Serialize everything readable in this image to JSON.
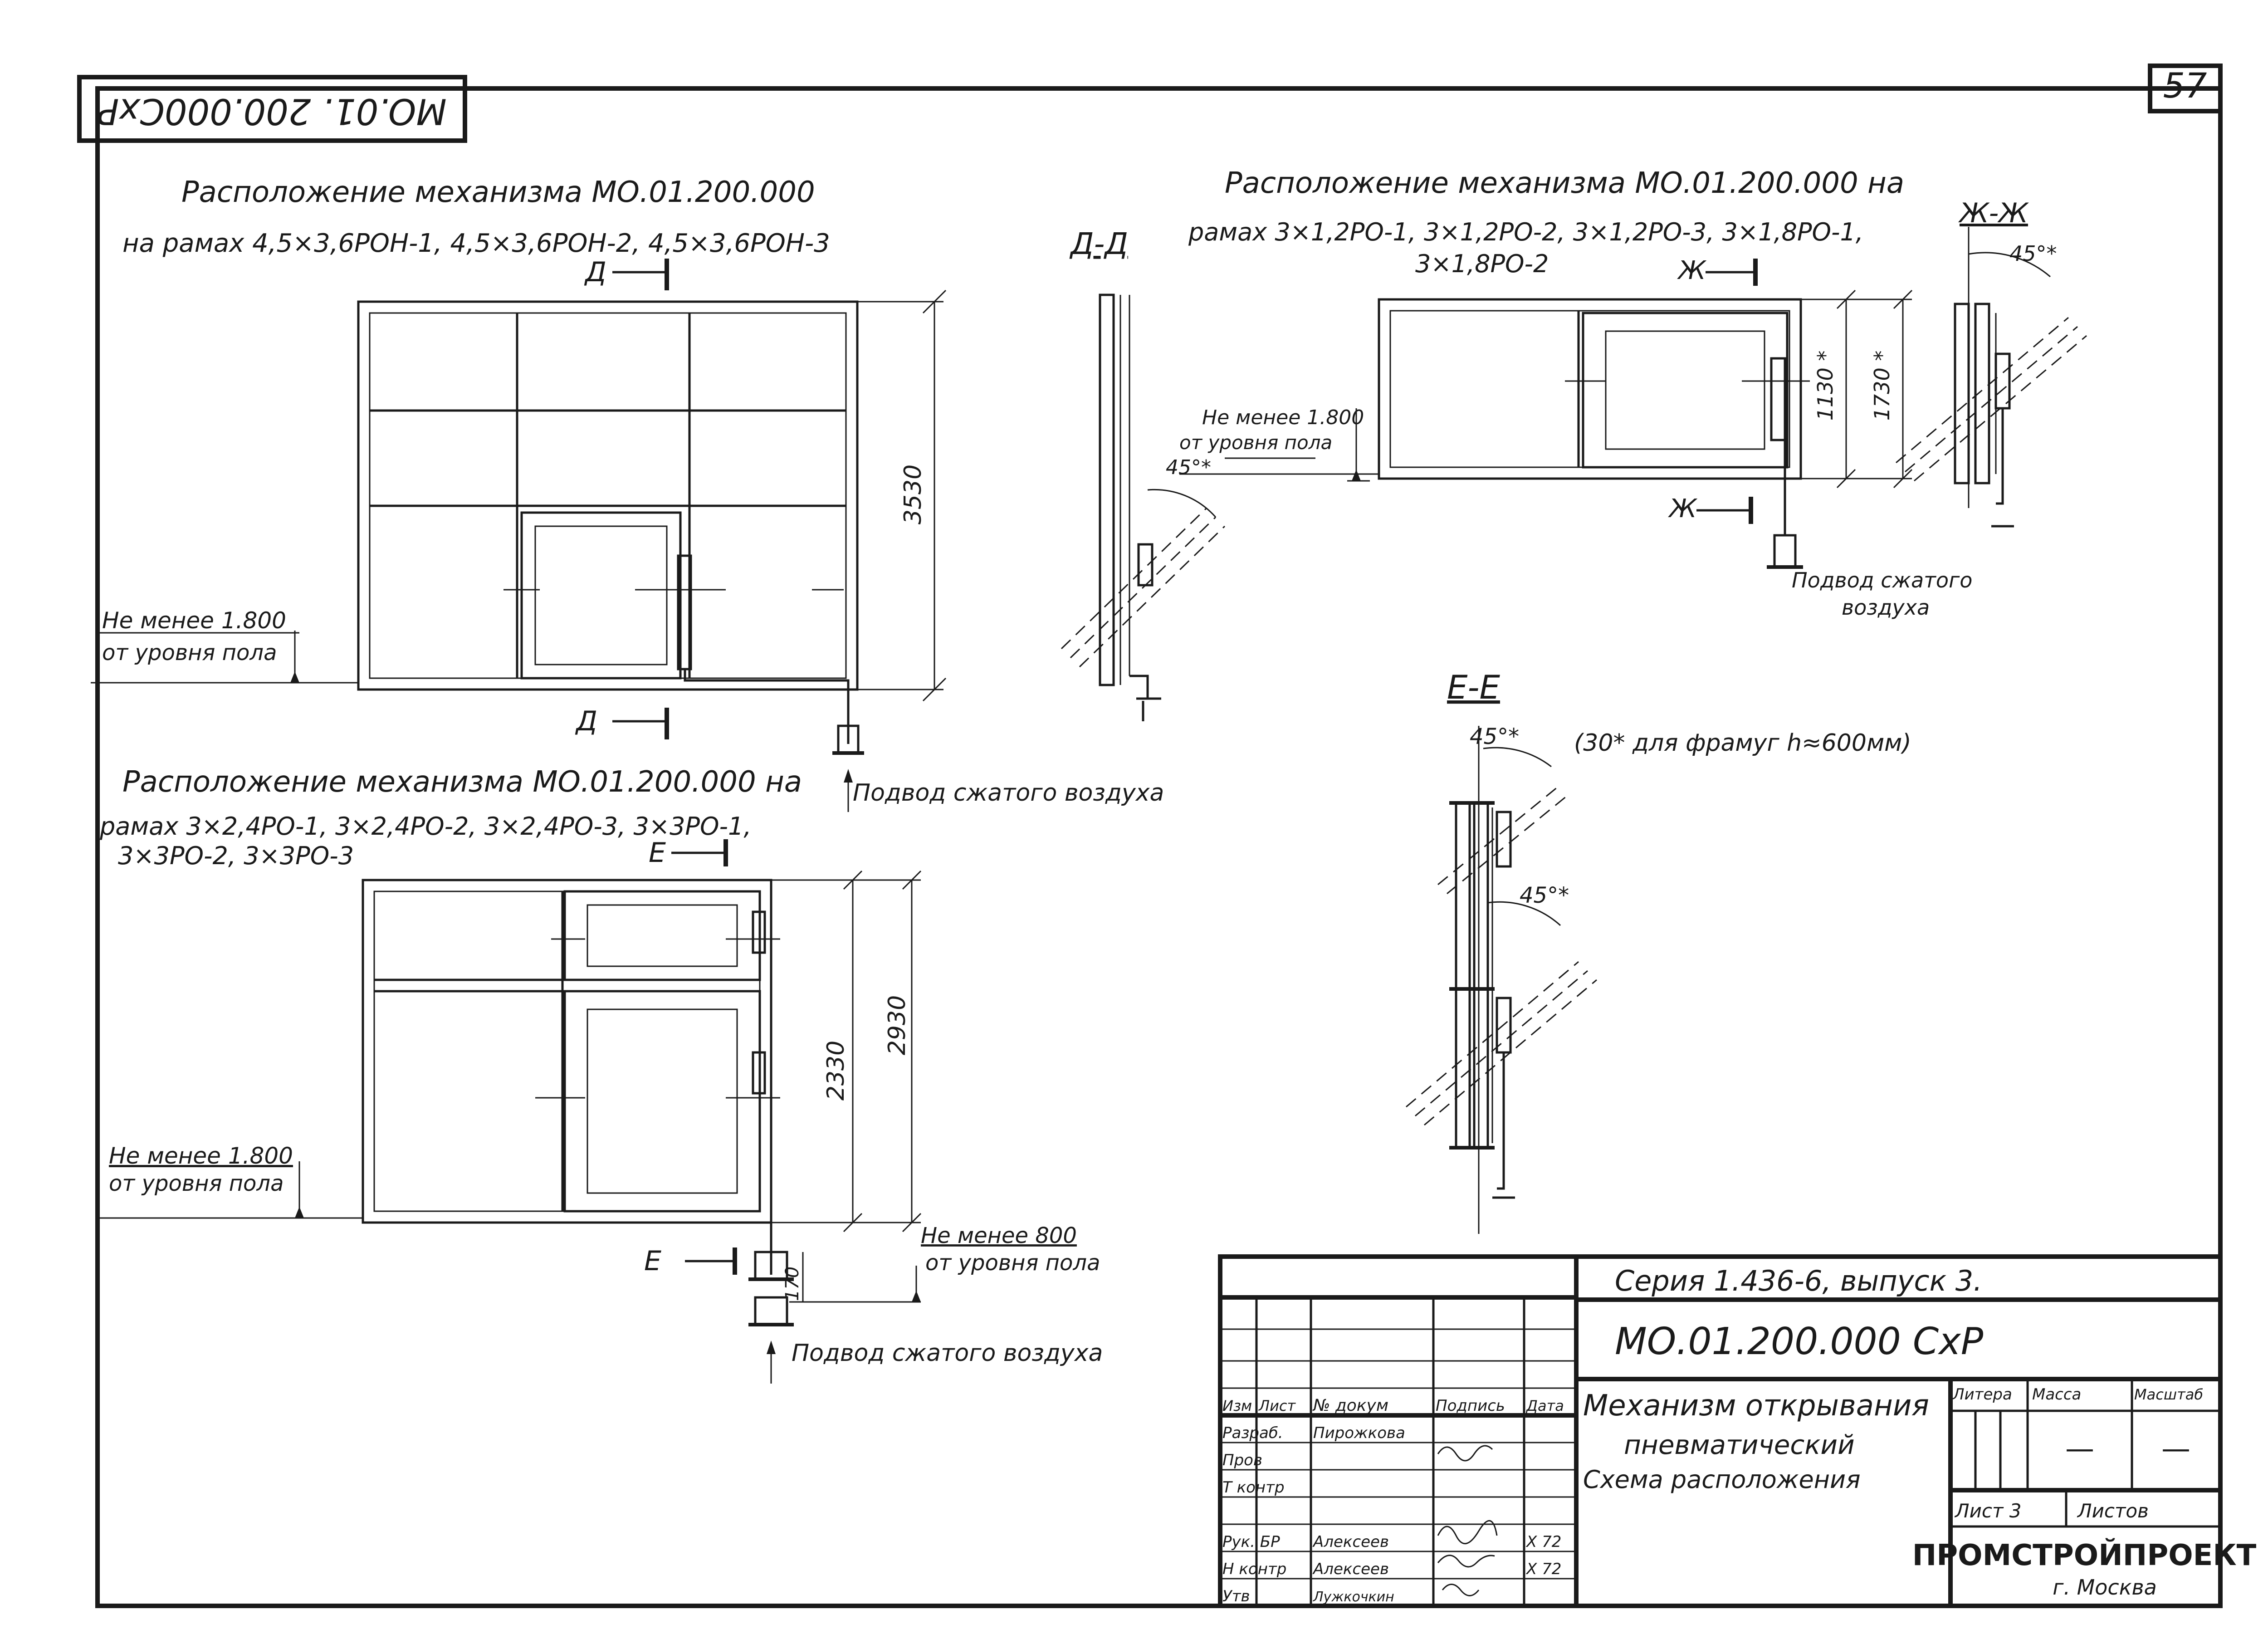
{
  "sheet": {
    "number": "57",
    "code_rotated": "MO.01. 200.000CxP"
  },
  "titles": {
    "view1_l1": "Расположение механизма МО.01.200.000",
    "view1_l2": "на рамах 4,5×3,6РОН-1, 4,5×3,6РОН-2, 4,5×3,6РОН-3",
    "view2_l1": "Расположение механизма МО.01.200.000 на",
    "view2_l2": "рамах 3×1,2РО-1, 3×1,2РО-2, 3×1,2РО-3, 3×1,8РО-1,",
    "view2_l3": "3×1,8РО-2",
    "view3_l1": "Расположение механизма МО.01.200.000 на",
    "view3_l2": "рамах 3×2,4РО-1, 3×2,4РО-2, 3×2,4РО-3, 3×3РО-1,",
    "view3_l3": "3×3РО-2, 3×3РО-3"
  },
  "sections": {
    "d": "Д",
    "dd": "Д-Д",
    "e": "Е",
    "ee": "Е-Е",
    "zh": "Ж",
    "zhzh": "Ж-Ж"
  },
  "dims": {
    "d3530": "3530",
    "d1130": "1130 *",
    "d1730": "1730 *",
    "d2330": "2330",
    "d2930": "2930",
    "d170": "170"
  },
  "notes": {
    "not_less_1800": "Не менее 1.800",
    "not_less_800": "Не менее 800",
    "from_floor": "от уровня пола",
    "angle45": "45°*",
    "transom_note": "(30* для фрамуг h≈600мм)",
    "air_supply": "Подвод сжатого воздуха",
    "air_l1": "Подвод сжатого",
    "air_l2": "воздуха"
  },
  "title_block": {
    "series": "Серия 1.436-6, выпуск 3.",
    "designation": "МО.01.200.000 СхР",
    "name_l1": "Механизм открывания",
    "name_l2": "пневматический",
    "name_l3": "Схема расположения",
    "col_izm": "Изм",
    "col_list": "Лист",
    "col_doc": "№ докум",
    "col_sign": "Подпись",
    "col_date": "Дата",
    "r_razrab": "Разраб.",
    "r_prov": "Пров",
    "r_tkontr": "Т контр",
    "r_ruk": "Рук. БР",
    "r_nkontr": "Н контр",
    "r_utv": "Утв",
    "n_razrab": "Пирожкова",
    "n_ruk": "Алексеев",
    "n_nkontr": "Алексеев",
    "n_utv": "Лужкочкин",
    "date1": "X 72",
    "date2": "X 72",
    "litera": "Литера",
    "massa": "Масса",
    "masshtab": "Масштаб",
    "massa_val": "—",
    "masshtab_val": "—",
    "list": "Лист 3",
    "listov": "Листов",
    "org": "ПРОМСТРОЙПРОЕКТ",
    "city": "г. Москва"
  }
}
